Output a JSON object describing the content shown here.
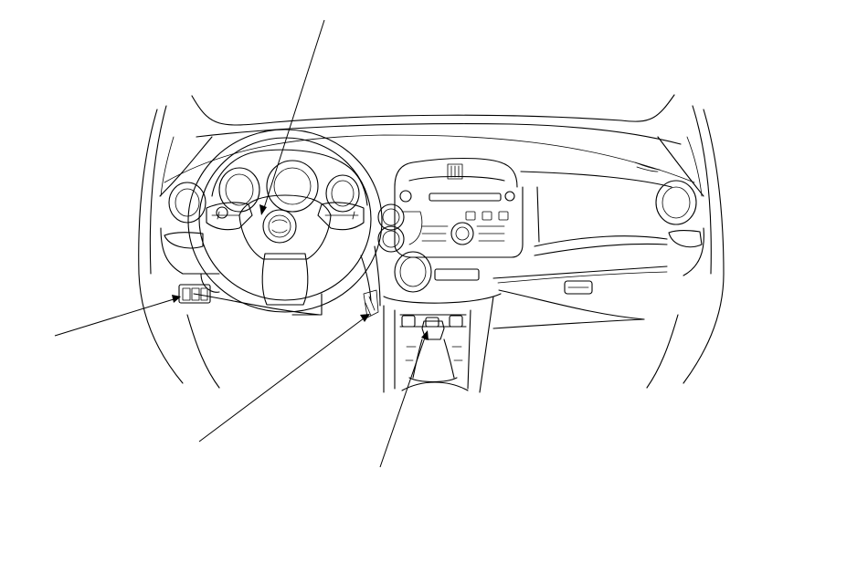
{
  "diagram": {
    "labels": [],
    "leaders": [
      {
        "name": "leader-steering-wheel-center",
        "to": "steering-wheel-hub"
      },
      {
        "name": "leader-left-panel-switches",
        "to": "left-dashboard-switch-panel"
      },
      {
        "name": "leader-under-dash-connector",
        "to": "under-dash-connector"
      },
      {
        "name": "leader-shift-lever",
        "to": "shift-lever"
      }
    ]
  }
}
